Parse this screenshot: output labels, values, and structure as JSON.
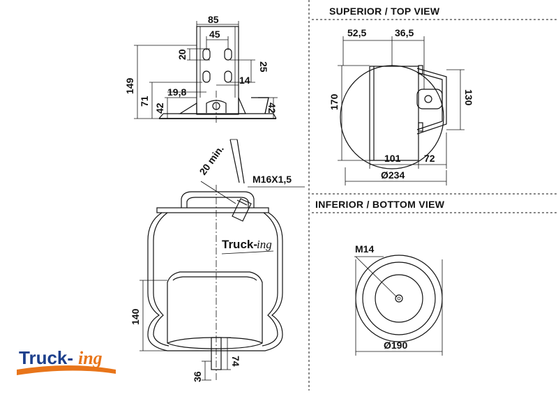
{
  "views": {
    "top_title": "SUPERIOR / TOP VIEW",
    "bottom_title": "INFERIOR / BOTTOM VIEW"
  },
  "bracket_dims": {
    "d85": "85",
    "d45": "45",
    "d20": "20",
    "d25": "25",
    "d149": "149",
    "d19_8": "19,8",
    "d14": "14",
    "d71": "71",
    "d42_left": "42",
    "d42_right": "42"
  },
  "main_dims": {
    "angle": "20 min.",
    "thread": "M16X1,5",
    "d140": "140",
    "d36": "36",
    "d74": "74"
  },
  "top_view_dims": {
    "d52_5": "52,5",
    "d36_5": "36,5",
    "d170": "170",
    "d130": "130",
    "d101": "101",
    "d72": "72",
    "d234": "Ø234"
  },
  "bottom_view_dims": {
    "thread": "M14",
    "d190": "Ø190"
  },
  "brand": {
    "main": "Truck-",
    "suffix": "ing",
    "main_color": "#1c3f8c",
    "suffix_color": "#e8751a"
  }
}
